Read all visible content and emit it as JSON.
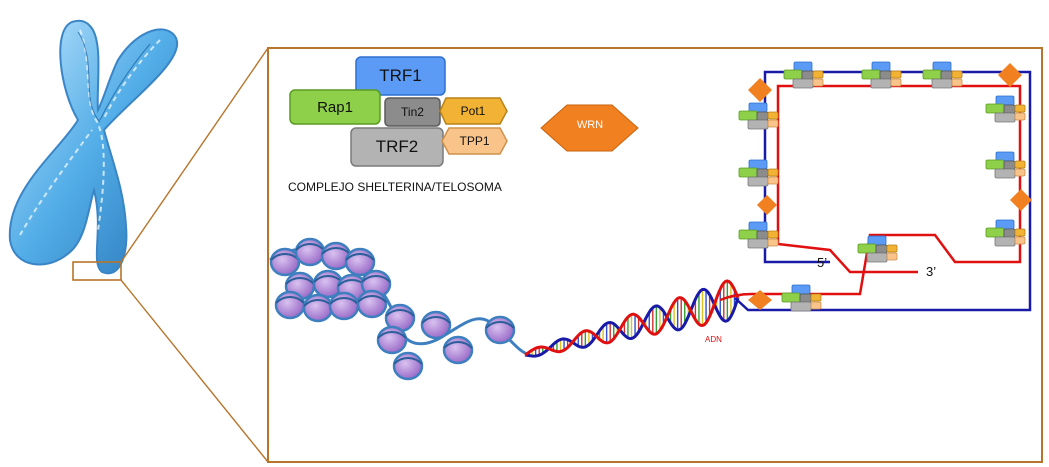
{
  "proteins": {
    "trf1": "TRF1",
    "rap1": "Rap1",
    "tin2": "Tin2",
    "pot1": "Pot1",
    "trf2": "TRF2",
    "tpp1": "TPP1"
  },
  "complex_label": "COMPLEJO SHELTERINA/TELOSOMA",
  "wrn_label": "WRN",
  "dna_label": "ADN",
  "strand_5_label": "5’",
  "strand_3_label": "3’",
  "colors": {
    "trf1": "#5b9bf5",
    "rap1": "#8ed04a",
    "tin2": "#8c8c8c",
    "pot1": "#f2b233",
    "trf2": "#b3b3b3",
    "tpp1": "#f9c48a",
    "wrn": "#f08020",
    "frame": "#b8742a",
    "strand_blue": "#1a1aa8",
    "strand_red": "#e01010",
    "chromosome": "#4aa9e6",
    "nucleosome": "#b48ad8"
  }
}
